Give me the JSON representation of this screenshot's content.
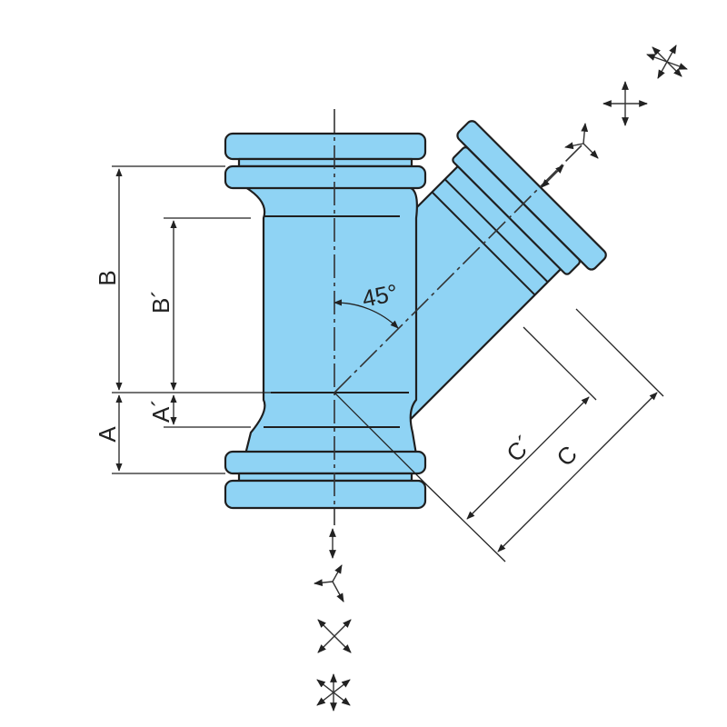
{
  "colors": {
    "fitting_fill": "#8fd3f4",
    "outline": "#1f1f1f"
  },
  "labels": {
    "A": "A",
    "A_prime": "A´",
    "B": "B",
    "B_prime": "B´",
    "C": "C",
    "C_prime": "C´",
    "angle": "45°"
  },
  "deflection_symbols": [
    "axial-movement-icon",
    "three-way-movement-icon",
    "four-way-movement-icon",
    "multi-direction-movement-icon"
  ]
}
